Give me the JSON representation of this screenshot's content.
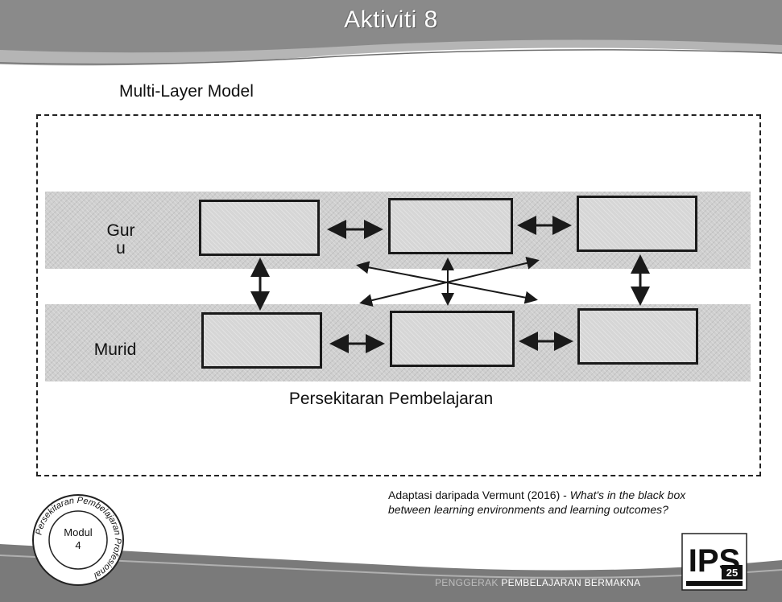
{
  "header": {
    "title": "Aktiviti 8"
  },
  "subtitle": "Multi-Layer Model",
  "diagram": {
    "rows": [
      {
        "label_line1": "Gur",
        "label_line2": "u"
      },
      {
        "label_line1": "Murid",
        "label_line2": ""
      }
    ],
    "caption": "Persekitaran Pembelajaran"
  },
  "citation": {
    "prefix": "Adaptasi daripada Vermunt (2016) - ",
    "title_part1": "What's in the black box",
    "title_part2": "between learning environments and learning outcomes?"
  },
  "seal": {
    "ring_text": "Persekitaran Pembelajaran Profesional",
    "center_line1": "Modul",
    "center_line2": "4"
  },
  "footer": {
    "text_dim": "PENGGERAK ",
    "text_main": "PEMBELAJARAN BERMAKNA"
  },
  "logo": {
    "mark": "IPS",
    "number": "25"
  }
}
